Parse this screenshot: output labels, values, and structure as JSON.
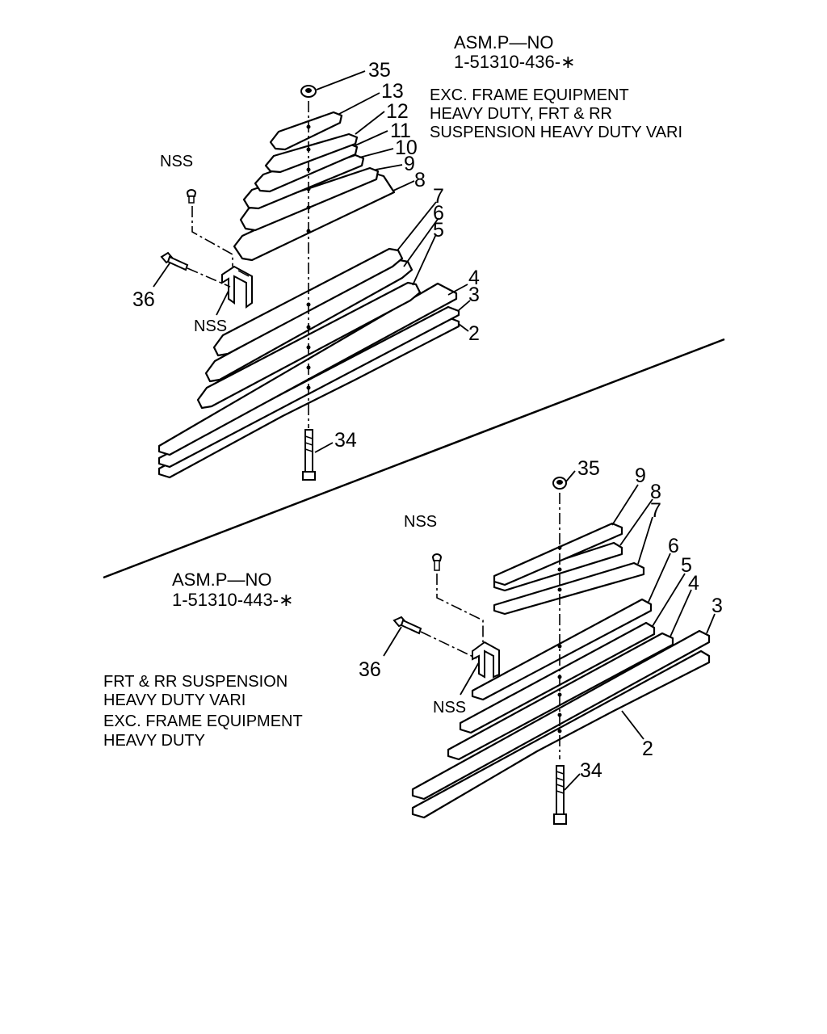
{
  "upper_assembly": {
    "asm_label": "ASM.P—NO",
    "part_number": "1-51310-436-∗",
    "notes": [
      "EXC. FRAME EQUIPMENT",
      "HEAVY DUTY, FRT & RR",
      "SUSPENSION HEAVY DUTY VARI"
    ],
    "callouts": {
      "c35": "35",
      "c13": "13",
      "c12": "12",
      "c11": "11",
      "c10": "10",
      "c9": "9",
      "c8": "8",
      "c7": "7",
      "c6": "6",
      "c5": "5",
      "c4": "4",
      "c3": "3",
      "c2": "2",
      "c34": "34",
      "c36": "36",
      "nss_top": "NSS",
      "nss_bottom": "NSS"
    }
  },
  "lower_assembly": {
    "asm_label": "ASM.P—NO",
    "part_number": "1-51310-443-∗",
    "notes": [
      "FRT & RR SUSPENSION",
      "HEAVY DUTY VARI",
      "EXC. FRAME EQUIPMENT",
      "HEAVY DUTY"
    ],
    "callouts": {
      "c35": "35",
      "c9": "9",
      "c8": "8",
      "c7": "7",
      "c6": "6",
      "c5": "5",
      "c4": "4",
      "c3": "3",
      "c2": "2",
      "c34": "34",
      "c36": "36",
      "nss_top": "NSS",
      "nss_bottom": "NSS"
    }
  }
}
